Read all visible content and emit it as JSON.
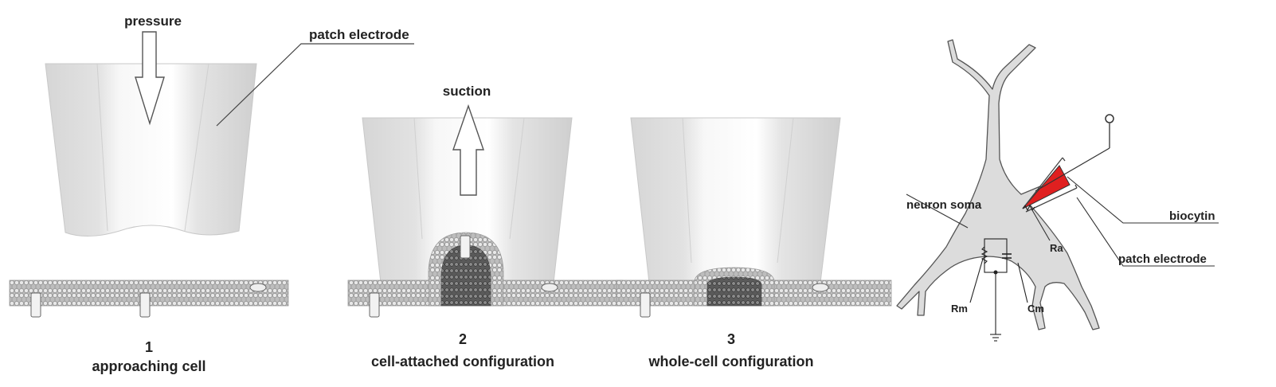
{
  "panel1": {
    "pressure_label": "pressure",
    "electrode_label": "patch electrode",
    "step_number": "1",
    "caption": "approaching cell"
  },
  "panel2": {
    "suction_label": "suction",
    "step_number": "2",
    "caption": "cell-attached configuration"
  },
  "panel3": {
    "step_number": "3",
    "caption": "whole-cell configuration"
  },
  "neuron": {
    "neuron_soma_label": "neuron soma",
    "biocytin_label": "biocytin",
    "patch_electrode_label": "patch electrode",
    "ra_label": "Ra",
    "rm_label": "Rm",
    "cm_label": "Cm",
    "colors": {
      "biocytin_fill": "#e02020",
      "neuron_fill": "#dcdcdc"
    }
  }
}
